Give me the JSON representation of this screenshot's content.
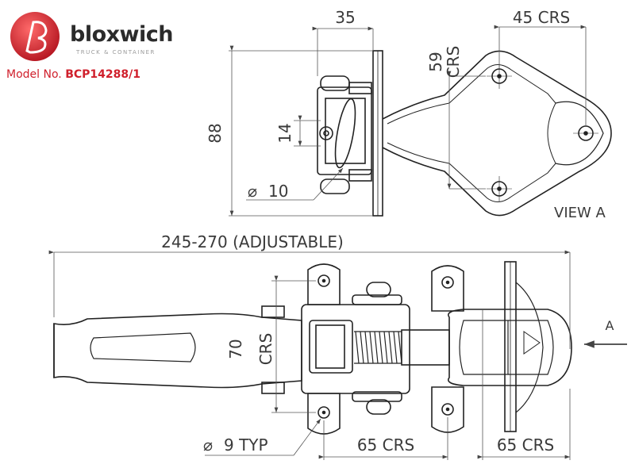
{
  "brand": {
    "name": "bloxwich",
    "tagline": "TRUCK & CONTAINER",
    "model_label": "Model No.",
    "model_number": "BCP14288/1",
    "accent_color": "#d0202c"
  },
  "view_a": {
    "label": "VIEW A",
    "dims": {
      "width_top": "35",
      "crs_top_right": "45 CRS",
      "crs_vertical": "59",
      "crs_vertical_unit": "CRS",
      "height_left": "88",
      "gap": "14",
      "pin_diameter": "10"
    }
  },
  "side_view": {
    "overall": "245-270 (ADJUSTABLE)",
    "crs_vertical": "70",
    "crs_vertical_unit": "CRS",
    "hole_dia": "9 TYP",
    "crs_bottom_mid": "65 CRS",
    "crs_bottom_right": "65 CRS",
    "arrow_label": "A"
  }
}
